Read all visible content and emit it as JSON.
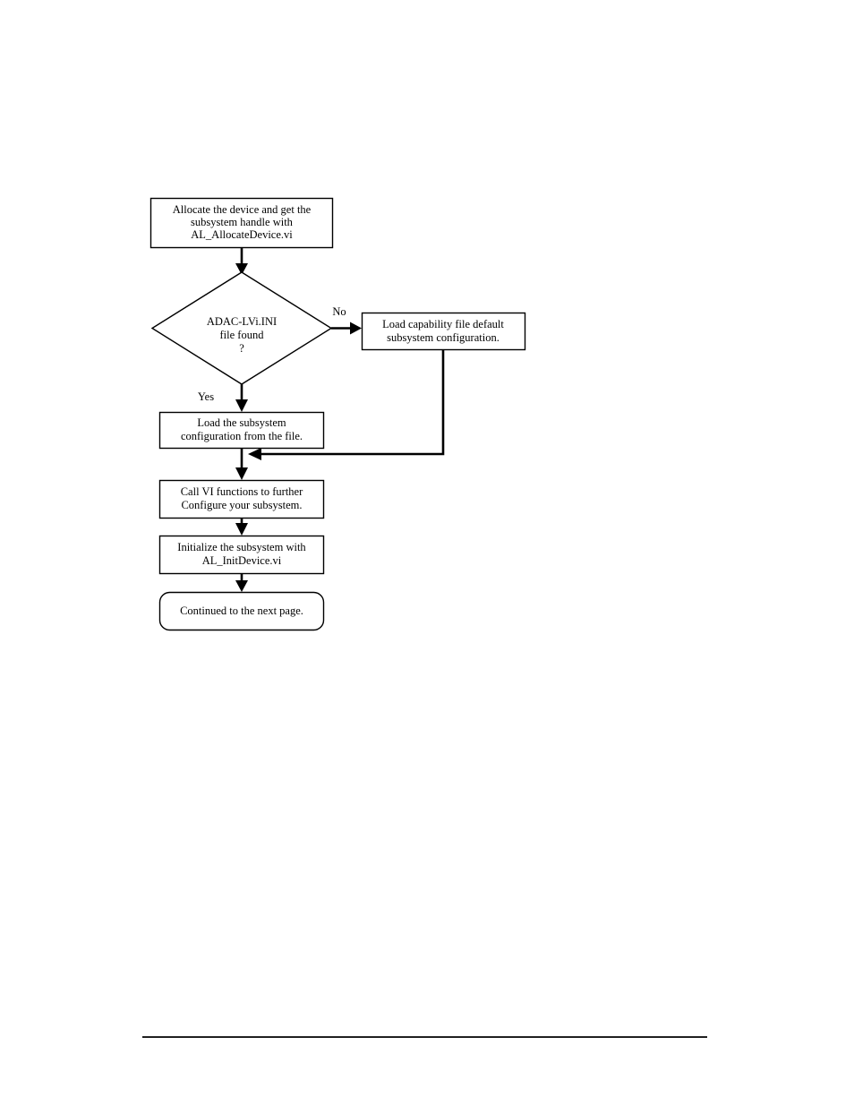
{
  "document": {
    "page_type": "flowchart-diagram",
    "background_color": "#ffffff",
    "line_color": "#000000"
  },
  "chart_data": {
    "type": "diagram",
    "subtype": "flowchart",
    "title": "",
    "nodes": [
      {
        "id": "allocate",
        "shape": "process",
        "lines": [
          "Allocate the device and get the",
          "subsystem handle with",
          "AL_AllocateDevice.vi"
        ]
      },
      {
        "id": "ini-found",
        "shape": "decision",
        "lines": [
          "ADAC-LVi.INI",
          "file found",
          "?"
        ]
      },
      {
        "id": "load-capability",
        "shape": "process",
        "lines": [
          "Load capability file default",
          "subsystem configuration."
        ]
      },
      {
        "id": "load-subsystem",
        "shape": "process",
        "lines": [
          "Load the subsystem",
          "configuration from the file."
        ]
      },
      {
        "id": "call-vi",
        "shape": "process",
        "lines": [
          "Call VI functions to further",
          "Configure your subsystem."
        ]
      },
      {
        "id": "initialize",
        "shape": "process",
        "lines": [
          "Initialize the subsystem with",
          "AL_InitDevice.vi"
        ]
      },
      {
        "id": "continued",
        "shape": "terminal",
        "lines": [
          "Continued to the next page."
        ]
      }
    ],
    "edges": [
      {
        "from": "allocate",
        "to": "ini-found",
        "label": ""
      },
      {
        "from": "ini-found",
        "to": "load-capability",
        "label": "No"
      },
      {
        "from": "ini-found",
        "to": "load-subsystem",
        "label": "Yes"
      },
      {
        "from": "load-capability",
        "to": "merge-point",
        "label": ""
      },
      {
        "from": "load-subsystem",
        "to": "call-vi",
        "label": ""
      },
      {
        "from": "call-vi",
        "to": "initialize",
        "label": ""
      },
      {
        "from": "initialize",
        "to": "continued",
        "label": ""
      }
    ]
  },
  "flowchart": {
    "box_allocate": {
      "line1": "Allocate the device and get the",
      "line2": "subsystem handle with",
      "line3": "AL_AllocateDevice.vi"
    },
    "decision_ini": {
      "line1": "ADAC-LVi.INI",
      "line2": "file found",
      "line3": "?"
    },
    "box_capability": {
      "line1": "Load capability file default",
      "line2": "subsystem configuration."
    },
    "box_load_config": {
      "line1": "Load the subsystem",
      "line2": "configuration from the file."
    },
    "box_call_vi": {
      "line1": "Call VI functions to further",
      "line2": "Configure your subsystem."
    },
    "box_initialize": {
      "line1": "Initialize the subsystem with",
      "line2": "AL_InitDevice.vi"
    },
    "terminal_continued": {
      "line1": "Continued to the next page."
    },
    "labels": {
      "no": "No",
      "yes": "Yes"
    }
  }
}
